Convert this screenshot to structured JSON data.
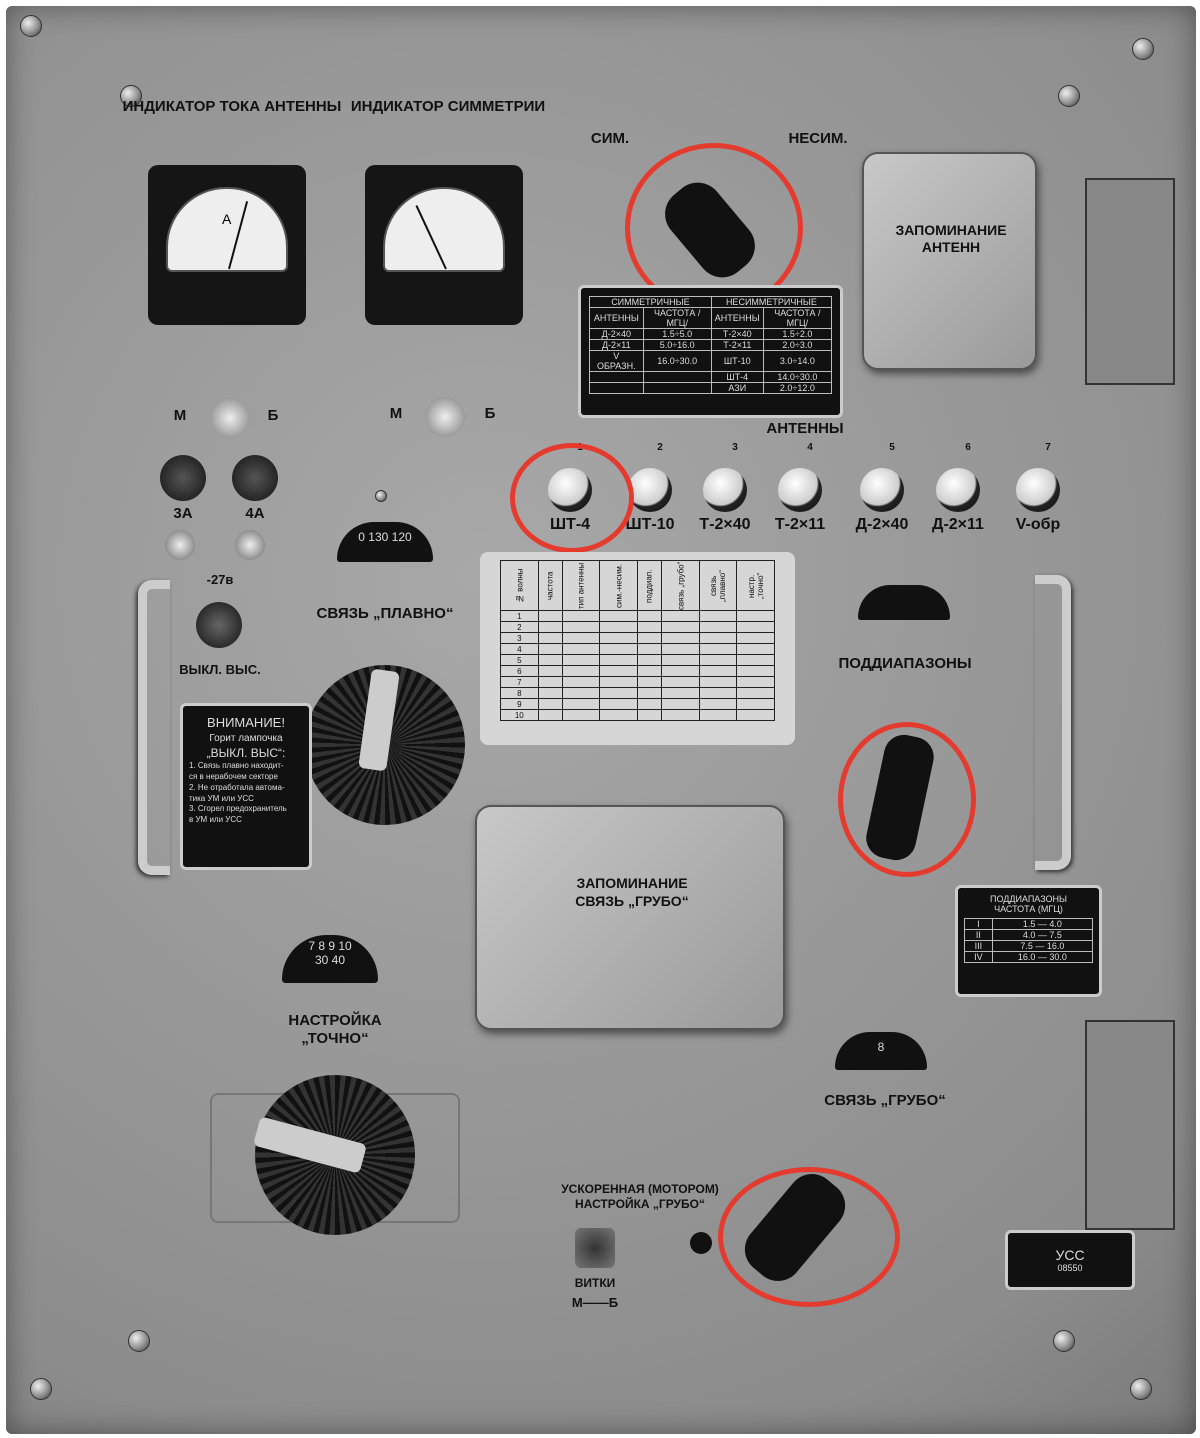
{
  "meters": {
    "antenna_current": "ИНДИКАТОР ТОКА АНТЕННЫ",
    "symmetry": "ИНДИКАТОР СИММЕТРИИ",
    "ammeter_unit": "A"
  },
  "sym_switch": {
    "left": "СИМ.",
    "right": "НЕСИМ."
  },
  "antenna_plate": {
    "headers": [
      "СИММЕТРИЧНЫЕ",
      "НЕСИММЕТРИЧНЫЕ"
    ],
    "sub": [
      "АНТЕННЫ",
      "ЧАСТОТА /МГЦ/",
      "АНТЕННЫ",
      "ЧАСТОТА /МГЦ/"
    ],
    "rows": [
      [
        "Д-2×40",
        "1.5÷5.0",
        "Т-2×40",
        "1.5÷2.0"
      ],
      [
        "Д-2×11",
        "5.0÷16.0",
        "Т-2×11",
        "2.0÷3.0"
      ],
      [
        "V ОБРАЗН.",
        "16.0÷30.0",
        "ШТ-10",
        "3.0÷14.0"
      ],
      [
        "",
        "",
        "ШТ-4",
        "14.0÷30.0"
      ],
      [
        "",
        "",
        "АЗИ",
        "2.0÷12.0"
      ]
    ]
  },
  "antenna_memory": "ЗАПОМИНАНИЕ АНТЕНН",
  "antennas_label": "АНТЕННЫ",
  "antenna_buttons": [
    {
      "n": "1",
      "label": "ШТ-4"
    },
    {
      "n": "2",
      "label": "ШТ-10"
    },
    {
      "n": "3",
      "label": "Т-2×40"
    },
    {
      "n": "4",
      "label": "Т-2×11"
    },
    {
      "n": "5",
      "label": "Д-2×40"
    },
    {
      "n": "6",
      "label": "Д-2×11"
    },
    {
      "n": "7",
      "label": "V-обр"
    }
  ],
  "toggles": [
    {
      "m": "М",
      "b": "Б"
    },
    {
      "m": "М",
      "b": "Б"
    }
  ],
  "fuses": {
    "f1": "3А",
    "f2": "4А",
    "voltage": "-27в",
    "lamp": "ВЫКЛ. ВЫС."
  },
  "svyaz_plavno": {
    "label": "СВЯЗЬ „ПЛАВНО“",
    "scale": "0 130 120"
  },
  "warning": {
    "title": "ВНИМАНИЕ!",
    "l1": "Горит лампочка",
    "l2": "„ВЫКЛ. ВЫС“:",
    "l3": "1. Связь плавно находит-",
    "l4": "ся в нерабочем секторе",
    "l5": "2. Не отработала автома-",
    "l6": "тика УМ или УСС",
    "l7": "3. Сгорел предохранитель",
    "l8": "в УМ или УСС"
  },
  "record_table": {
    "headers": [
      "№ волны",
      "частота",
      "тип антенны",
      "сим.-несим.",
      "поддиап.",
      "связь „грубо“",
      "связь „плавно“",
      "настр. „точно“"
    ],
    "rows": [
      "1",
      "2",
      "3",
      "4",
      "5",
      "6",
      "7",
      "8",
      "9",
      "10"
    ]
  },
  "subranges": {
    "label": "ПОДДИАПАЗОНЫ"
  },
  "subrange_plate": {
    "title": "ПОДДИАПАЗОНЫ",
    "sub": "ЧАСТОТА (МГЦ)",
    "rows": [
      [
        "I",
        "1.5 — 4.0"
      ],
      [
        "II",
        "4.0 — 7.5"
      ],
      [
        "III",
        "7.5 — 16.0"
      ],
      [
        "IV",
        "16.0 — 30.0"
      ]
    ]
  },
  "center_memory": {
    "l1": "ЗАПОМИНАНИЕ",
    "l2": "СВЯЗЬ „ГРУБО“"
  },
  "fine_tuning": {
    "label1": "НАСТРОЙКА",
    "label2": "„ТОЧНО“",
    "scale_top": "7 8 9 10",
    "scale_bottom": "30 40"
  },
  "svyaz_grubo": {
    "label": "СВЯЗЬ „ГРУБО“",
    "value": "8"
  },
  "motor_tuning": {
    "l1": "УСКОРЕННАЯ (МОТОРОМ)",
    "l2": "НАСТРОЙКА „ГРУБО“",
    "turns": "ВИТКИ",
    "dir": "М——Б"
  },
  "nameplate": {
    "model": "УСС",
    "serial": "08550"
  }
}
